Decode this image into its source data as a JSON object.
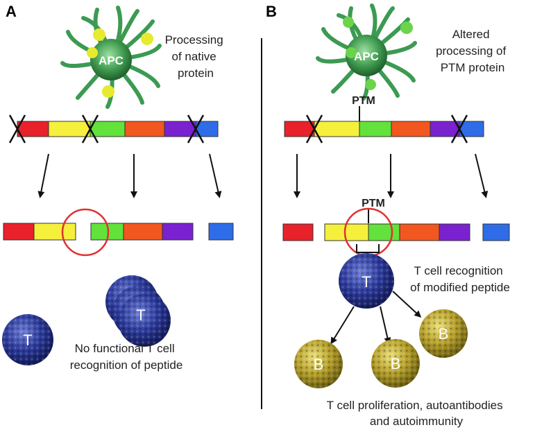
{
  "panels": {
    "a": {
      "letter": "A",
      "apc_label": "APC",
      "processing_text": [
        "Processing",
        "of native",
        "protein"
      ],
      "t_cell_label": "T",
      "t_cluster_label": "T",
      "recognition_text": [
        "No functional T cell",
        "recognition of peptide"
      ]
    },
    "b": {
      "letter": "B",
      "apc_label": "APC",
      "processing_text": [
        "Altered",
        "processing of",
        "PTM protein"
      ],
      "ptm_label_top": "PTM",
      "ptm_label_mid": "PTM",
      "t_cell_label": "T",
      "b_cell_label": "B",
      "recognition_text": [
        "T cell recognition",
        "of modified peptide"
      ],
      "outcome_text": [
        "T cell proliferation, autoantibodies",
        "and autoimmunity"
      ]
    }
  },
  "colors": {
    "red": "#e8212b",
    "yellow": "#f5f03c",
    "green": "#62e23a",
    "orange": "#f2571f",
    "purple": "#7a22cf",
    "blue": "#2f6ce8",
    "circle": "#e0302f",
    "t_cell": "#2b3a9a",
    "b_cell": "#b9a22c",
    "apc": "#3f9a4e"
  }
}
